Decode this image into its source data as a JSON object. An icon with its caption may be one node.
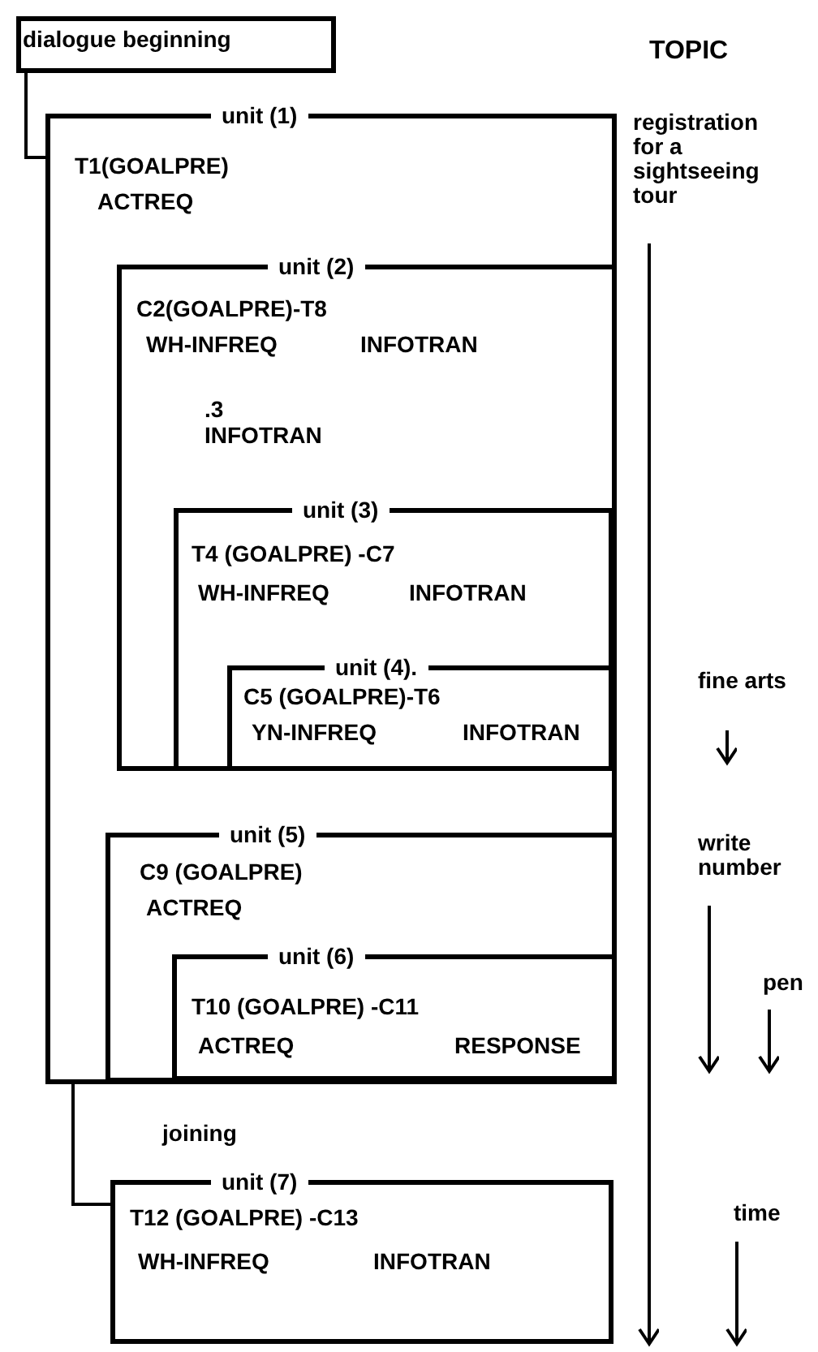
{
  "diagram": {
    "nodes": [
      {
        "text": [
          "dialogue beginning"
        ]
      },
      {
        "text": [
          "unit (1)",
          "T1(GOALPRE)",
          "ACTREQ"
        ]
      },
      {
        "text": [
          "unit (2)",
          "C2(GOALPRE)-T8",
          "WH-INFREQ",
          "INFOTRAN",
          ".3",
          "INFOTRAN"
        ],
        "in": 1
      },
      {
        "text": [
          "unit (3)",
          "T4 (GOALPRE) -C7",
          "WH-INFREQ",
          "INFOTRAN"
        ],
        "in": 2
      },
      {
        "text": [
          "unit (4).",
          "C5 (GOALPRE)-T6",
          "YN-INFREQ",
          "INFOTRAN"
        ],
        "in": 3
      },
      {
        "text": [
          "unit (5)",
          "C9 (GOALPRE)",
          "ACTREQ"
        ],
        "in": 1
      },
      {
        "text": [
          "unit (6)",
          "T10 (GOALPRE) -C11",
          "ACTREQ",
          "RESPONSE"
        ],
        "in": 5
      },
      {
        "text": [
          "unit (7)",
          "T12 (GOALPRE) -C13",
          "WH-INFREQ",
          "INFOTRAN"
        ]
      }
    ],
    "edges": [
      {
        "from": 0,
        "to": 1,
        "arrow": "none"
      },
      {
        "from": 1,
        "to": 7,
        "arrow": "none",
        "label": "joining"
      }
    ],
    "labels": [
      "TOPIC",
      "registration for a sightseeing tour",
      "fine arts",
      "write number",
      "pen",
      "time"
    ]
  }
}
